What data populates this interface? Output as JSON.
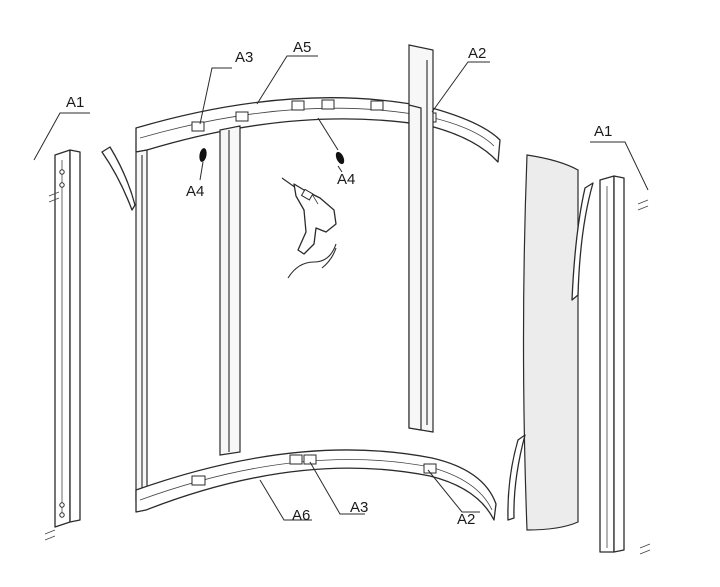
{
  "labels": {
    "a1_left": "A1",
    "a1_right": "A1",
    "a2_top": "A2",
    "a2_bottom": "A2",
    "a3_top": "A3",
    "a3_bottom": "A3",
    "a4_left": "A4",
    "a4_right": "A4",
    "a5": "A5",
    "a6": "A6"
  }
}
